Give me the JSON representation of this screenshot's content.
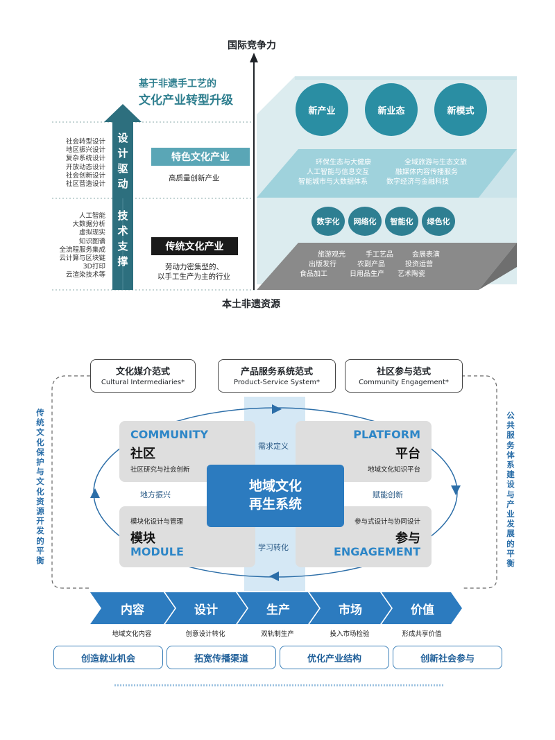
{
  "top": {
    "y_axis_label": "国际竞争力",
    "x_axis_label": "本土非遗资源",
    "headline": [
      "基于非遗手工艺的",
      "文化产业转型升级"
    ],
    "design_drive": {
      "label": "设计驱动",
      "items": [
        "社会转型设计",
        "地区振兴设计",
        "复杂系统设计",
        "开放动态设计",
        "社会创新设计",
        "社区营造设计"
      ]
    },
    "tech_support": {
      "label": "技术支撑",
      "items": [
        "人工智能",
        "大数据分析",
        "虚拟现实",
        "知识图谱",
        "全流程服务集成",
        "云计算与区块链",
        "3D打印",
        "云渲染技术等"
      ]
    },
    "featured": {
      "label": "特色文化产业",
      "desc": "高质量创新产业"
    },
    "traditional": {
      "label": "传统文化产业",
      "desc": [
        "劳动力密集型的、",
        "以手工生产为主的行业"
      ]
    },
    "circles": [
      "新产业",
      "新业态",
      "新模式"
    ],
    "mid_plate": [
      "环保生态与大健康",
      "全域旅游与生态文旅",
      "人工智能与信息交互",
      "融媒体内容传播服务",
      "智能城市与大数据体系",
      "数字经济与金融科技"
    ],
    "pills": [
      "数字化",
      "网络化",
      "智能化",
      "绿色化"
    ],
    "bottom_plate": [
      "旅游观光",
      "手工艺品",
      "会展表演",
      "出版发行",
      "农副产品",
      "投资运营",
      "食品加工",
      "日用品生产",
      "艺术陶瓷"
    ]
  },
  "bottom": {
    "paradigms": [
      {
        "cn": "文化媒介范式",
        "en": "Cultural Intermediaries*"
      },
      {
        "cn": "产品服务系统范式",
        "en": "Product-Service System*"
      },
      {
        "cn": "社区参与范式",
        "en": "Community Engagement*"
      }
    ],
    "left_vertical": "传统文化保护与文化资源开发的平衡",
    "right_vertical": "公共服务体系建设与产业发展的平衡",
    "community": {
      "en": "COMMUNITY",
      "cn": "社区",
      "desc": "社区研究与社会创新"
    },
    "platform": {
      "en": "PLATFORM",
      "cn": "平台",
      "desc": "地域文化知识平台"
    },
    "module": {
      "en": "MODULE",
      "cn": "模块",
      "desc": "模块化设计与管理"
    },
    "engagement": {
      "en": "ENGAGEMENT",
      "cn": "参与",
      "desc": "参与式设计与协同设计"
    },
    "center": [
      "地域文化",
      "再生系统"
    ],
    "links": {
      "top": "需求定义",
      "left": "地方振兴",
      "right": "赋能创新",
      "bottom": "学习转化"
    },
    "stages": [
      {
        "label": "内容",
        "sub": "地域文化内容"
      },
      {
        "label": "设计",
        "sub": "创意设计转化"
      },
      {
        "label": "生产",
        "sub": "双轨制生产"
      },
      {
        "label": "市场",
        "sub": "投入市场检验"
      },
      {
        "label": "价值",
        "sub": "形成共享价值"
      }
    ],
    "outcomes": [
      "创造就业机会",
      "拓宽传播渠道",
      "优化产业结构",
      "创新社会参与"
    ]
  }
}
